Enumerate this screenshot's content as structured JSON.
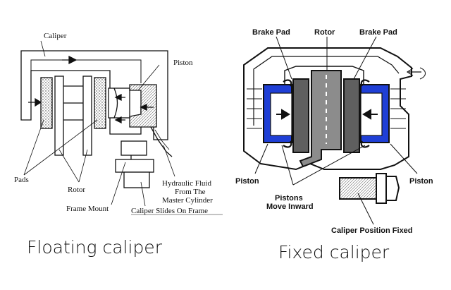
{
  "floating": {
    "labels": {
      "caliper": "Caliper",
      "piston": "Piston",
      "pads": "Pads",
      "rotor": "Rotor",
      "frame_mount": "Frame Mount",
      "hydraulic_line1": "Hydraulic Fluid",
      "hydraulic_line2": "From The",
      "hydraulic_line3": "Master Cylinder",
      "slides": "Caliper Slides On Frame"
    },
    "caption": "Floating caliper"
  },
  "fixed": {
    "labels": {
      "brake_pad_left": "Brake Pad",
      "rotor": "Rotor",
      "brake_pad_right": "Brake Pad",
      "piston_left": "Piston",
      "piston_right": "Piston",
      "pistons_line1": "Pistons",
      "pistons_line2": "Move Inward",
      "position_fixed": "Caliper Position Fixed"
    },
    "caption": "Fixed caliper"
  },
  "colors": {
    "piston_blue": "#1f3fd6",
    "rotor_grey": "#8c8c8c",
    "pad_grey": "#5f5f5f"
  }
}
